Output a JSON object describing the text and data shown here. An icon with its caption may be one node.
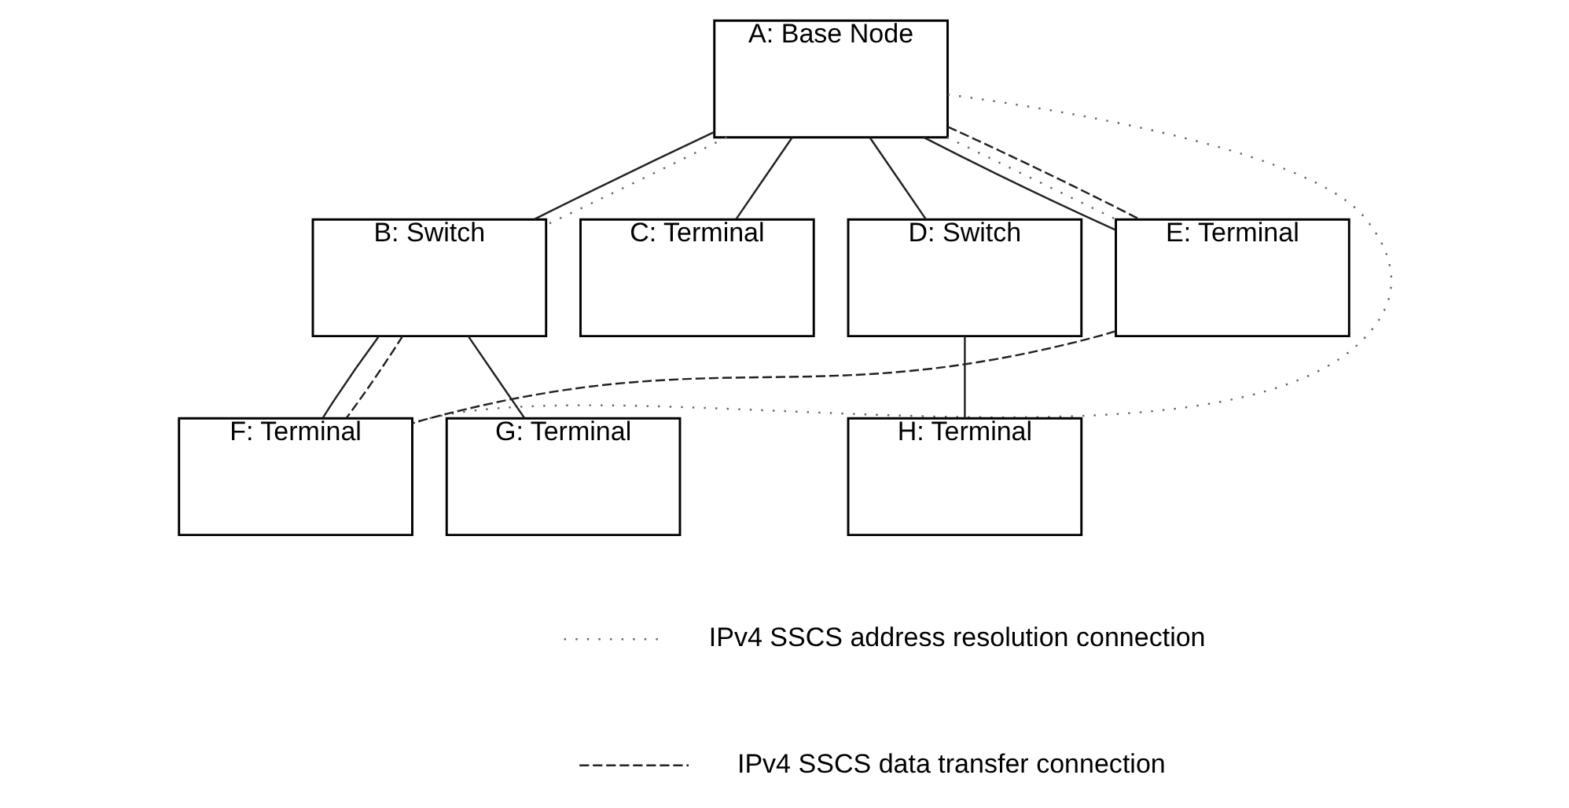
{
  "diagram": {
    "nodes": [
      {
        "text": [
          "A: Base Node"
        ]
      },
      {
        "text": [
          "B: Switch"
        ]
      },
      {
        "text": [
          "C: Terminal"
        ]
      },
      {
        "text": [
          "D: Switch"
        ]
      },
      {
        "text": [
          "E: Terminal"
        ]
      },
      {
        "text": [
          "F: Terminal"
        ]
      },
      {
        "text": [
          "G: Terminal"
        ]
      },
      {
        "text": [
          "H: Terminal"
        ]
      }
    ],
    "edges": [
      {
        "from": 0,
        "to": 1,
        "arrow": "none"
      },
      {
        "from": 0,
        "to": 2,
        "arrow": "none"
      },
      {
        "from": 0,
        "to": 3,
        "arrow": "none"
      },
      {
        "from": 0,
        "to": 4,
        "arrow": "none"
      },
      {
        "from": 1,
        "to": 5,
        "arrow": "none"
      },
      {
        "from": 1,
        "to": 6,
        "arrow": "none"
      },
      {
        "from": 3,
        "to": 7,
        "arrow": "none"
      },
      {
        "from": 0,
        "to": 5,
        "arrow": "none",
        "style": "dashed",
        "color": "#666666"
      },
      {
        "from": 0,
        "to": 1,
        "arrow": "none",
        "style": "dashed",
        "color": "#666666"
      },
      {
        "from": 0,
        "to": 4,
        "arrow": "none",
        "style": "dashed",
        "color": "#666666"
      },
      {
        "from": 0,
        "to": 4,
        "arrow": "none",
        "style": "dashed"
      },
      {
        "from": 1,
        "to": 5,
        "arrow": "none",
        "style": "dashed"
      },
      {
        "from": 4,
        "to": 5,
        "arrow": "none",
        "style": "dashed"
      }
    ],
    "legend": [
      {
        "text": "IPv4 SSCS address resolution connection"
      },
      {
        "text": "IPv4 SSCS data transfer connection"
      }
    ]
  }
}
